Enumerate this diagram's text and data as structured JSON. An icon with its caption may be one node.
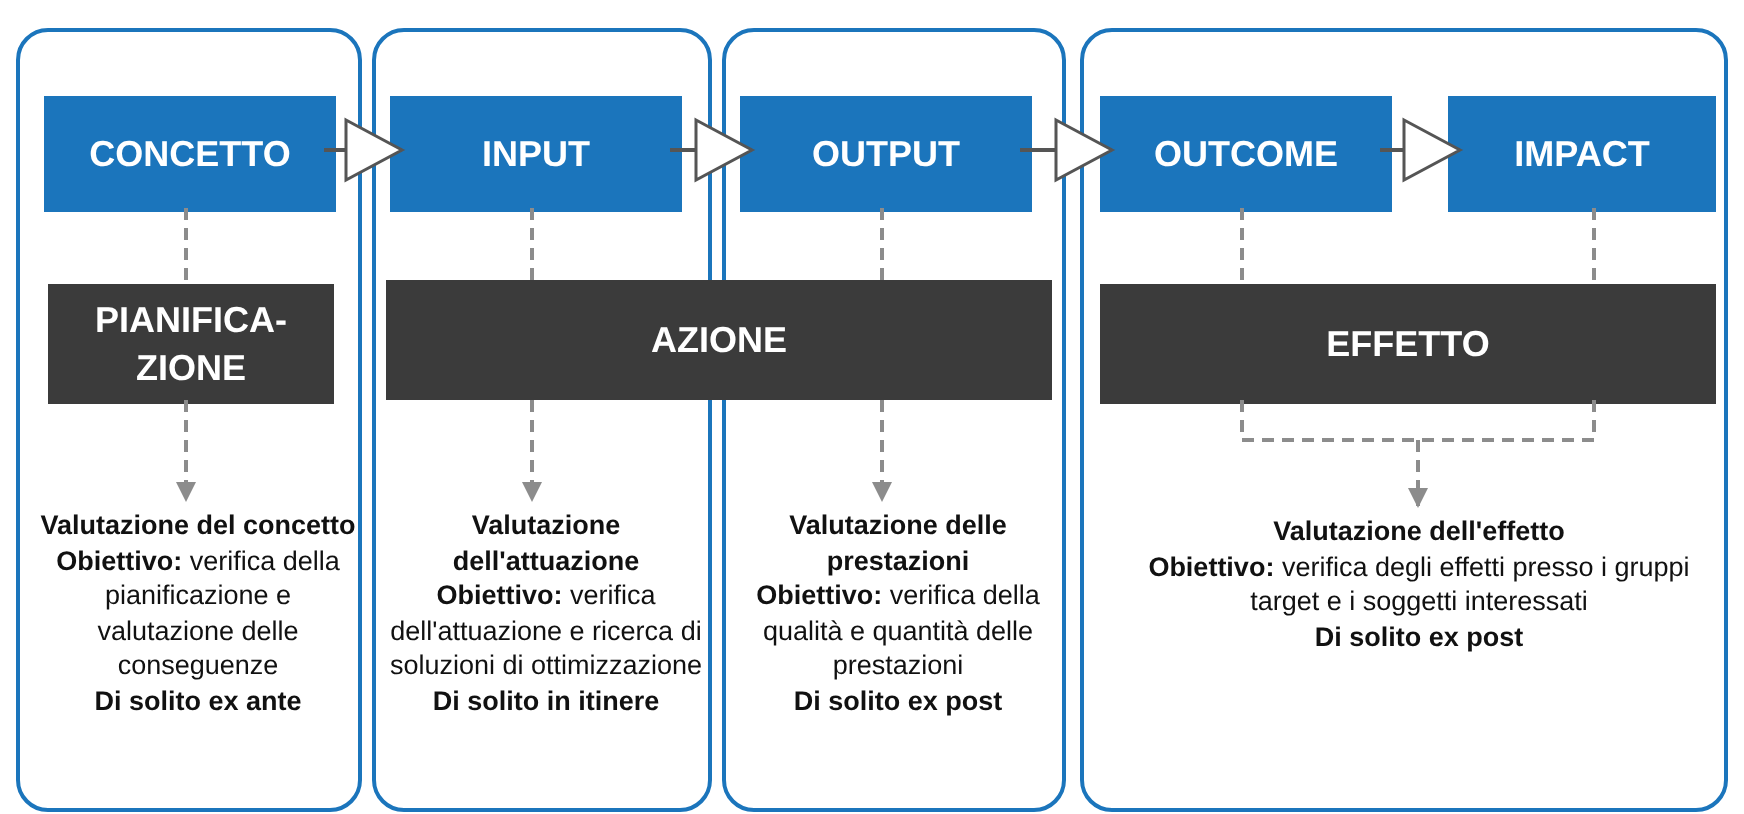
{
  "diagram": {
    "nodes": [
      {
        "text": [],
        "shape": "box"
      },
      {
        "text": [
          "CONCETTO"
        ],
        "in": 0
      },
      {
        "text": [
          "PIANIFICA-ZIONE"
        ],
        "in": 0
      },
      {
        "text": [
          "Valutazione del concetto",
          "**Obiettivo:** verifica della pianificazione e valutazione delle conseguenze",
          "Di solito ex ante"
        ],
        "in": 0
      },
      {
        "text": [],
        "shape": "box"
      },
      {
        "text": [
          "INPUT"
        ],
        "in": 4
      },
      {
        "text": [],
        "shape": "box"
      },
      {
        "text": [
          "OUTPUT"
        ],
        "in": 6
      },
      {
        "text": [
          "AZIONE"
        ]
      },
      {
        "text": [
          "Valutazione dell'attuazione",
          "**Obiettivo:** verifica dell'attuazione e ricerca di soluzioni di ottimizzazione",
          "Di solito in itinere"
        ],
        "in": 4
      },
      {
        "text": [
          "Valutazione delle prestazioni",
          "**Obiettivo:** verifica della qualità e quantità delle prestazioni",
          "Di solito ex post"
        ],
        "in": 6
      },
      {
        "text": [],
        "shape": "box"
      },
      {
        "text": [
          "OUTCOME"
        ],
        "in": 11
      },
      {
        "text": [
          "IMPACT"
        ],
        "in": 11
      },
      {
        "text": [
          "EFFETTO"
        ],
        "in": 11
      },
      {
        "text": [
          "Valutazione dell'effetto",
          "**Obiettivo:** verifica degli effetti presso i gruppi target e i soggetti interessati",
          "Di solito ex post"
        ],
        "in": 11
      }
    ],
    "edges": [
      {
        "from": 1,
        "to": 5,
        "arrow": "to"
      },
      {
        "from": 5,
        "to": 7,
        "arrow": "to"
      },
      {
        "from": 7,
        "to": 12,
        "arrow": "to"
      },
      {
        "from": 12,
        "to": 13,
        "arrow": "to"
      },
      {
        "from": 1,
        "to": 2,
        "arrow": "none",
        "style": "dashed"
      },
      {
        "from": 5,
        "to": 8,
        "arrow": "none",
        "style": "dashed"
      },
      {
        "from": 7,
        "to": 8,
        "arrow": "none",
        "style": "dashed"
      },
      {
        "from": 12,
        "to": 14,
        "arrow": "none",
        "style": "dashed"
      },
      {
        "from": 13,
        "to": 14,
        "arrow": "none",
        "style": "dashed"
      },
      {
        "from": 2,
        "to": 3,
        "arrow": "to",
        "style": "dashed"
      },
      {
        "from": 8,
        "to": 9,
        "arrow": "to",
        "style": "dashed"
      },
      {
        "from": 8,
        "to": 10,
        "arrow": "to",
        "style": "dashed"
      },
      {
        "from": 14,
        "to": 15,
        "arrow": "to",
        "style": "dashed"
      }
    ]
  }
}
